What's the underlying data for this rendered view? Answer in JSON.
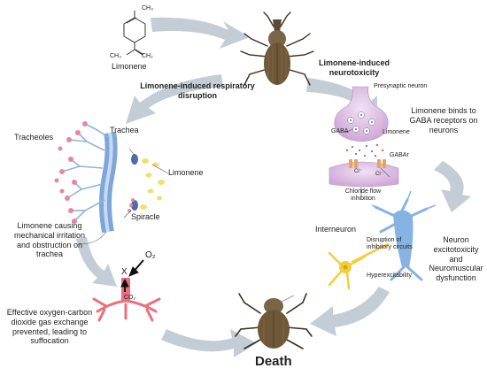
{
  "labels": {
    "limonene_molecule": "Limonene",
    "ch3_top": "CH₃",
    "ch3_bottom": "CH₃",
    "ch2_bottom": "CH₂",
    "neurotoxicity": "Limonene-induced neurotoxicity",
    "respiratory_disruption": "Limonene-induced respiratory disruption",
    "presynaptic_neuron": "Presynaptic neuron",
    "binds_gaba": "Limonene binds to GABA receptors on neurons",
    "gaba": "GABA",
    "limonene_synapse": "Limonene",
    "gaba_receptor": "GABAr",
    "chloride_ion_1": "Cl⁻",
    "chloride_ion_2": "Cl⁻",
    "chloride_flow": "Chloride flow inhibition",
    "tracheoles": "Tracheoles",
    "trachea": "Trachea",
    "limonene_trachea": "Limonene",
    "spiracle": "Spiracle",
    "mechanical_irritation": "Limonene causing mechanical irritation and obstruction on trachea",
    "interneuron": "Interneuron",
    "disruption_inhibitory": "Disruption of inhibitory circuits",
    "hyperexcitability": "Hyperexcitability",
    "neuron_excitotoxicity": "Neuron excitotoxicity and Neuromuscular dysfunction",
    "o2": "O₂",
    "x_mark": "X",
    "co2": "CO₂",
    "gas_exchange": "Effective oxygen-carbon dioxide gas exchange prevented, leading to suffocation",
    "death": "Death"
  },
  "icons": {
    "flow_arrow": "curved-arrow-icon",
    "beetle": "weevil-icon",
    "neuron": "neuron-icon"
  },
  "colors": {
    "flow_arrow": "#c4cdd6",
    "trachea": "#8fb4de",
    "tracheole": "#e7879d",
    "limonene_drop": "#f3df6c",
    "synapse": "#d6b5de",
    "motor_neuron": "#87b3e4",
    "interneuron": "#f5cd3a",
    "lung_tissue": "#e9707e",
    "beetle": "#6e5838"
  }
}
